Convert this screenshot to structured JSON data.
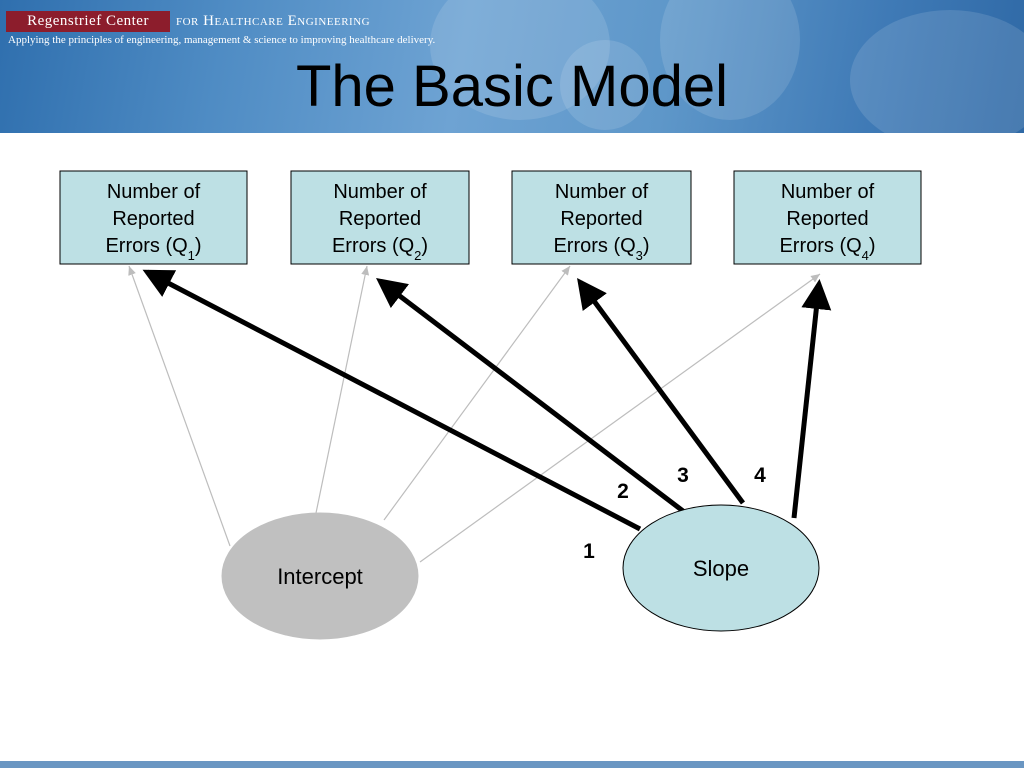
{
  "header": {
    "org_name": "Regenstrief Center",
    "org_suffix": "for Healthcare Engineering",
    "tagline": "Applying the principles of engineering, management & science to improving healthcare delivery.",
    "title": "The Basic Model"
  },
  "diagram": {
    "boxes": [
      {
        "line1": "Number of",
        "line2": "Reported",
        "line3": "Errors (Q",
        "sub": "1",
        "close": ")"
      },
      {
        "line1": "Number of",
        "line2": "Reported",
        "line3": "Errors (Q",
        "sub": "2",
        "close": ")"
      },
      {
        "line1": "Number of",
        "line2": "Reported",
        "line3": "Errors (Q",
        "sub": "3",
        "close": ")"
      },
      {
        "line1": "Number of",
        "line2": "Reported",
        "line3": "Errors (Q",
        "sub": "4",
        "close": ")"
      }
    ],
    "intercept_label": "Intercept",
    "slope_label": "Slope",
    "loadings": [
      "1",
      "2",
      "3",
      "4"
    ],
    "colors": {
      "box_fill": "#bde0e4",
      "slope_fill": "#bde0e4",
      "intercept_fill": "#c0c0c0",
      "intercept_arrow": "#bdbdbd",
      "slope_arrow": "#000000"
    }
  }
}
